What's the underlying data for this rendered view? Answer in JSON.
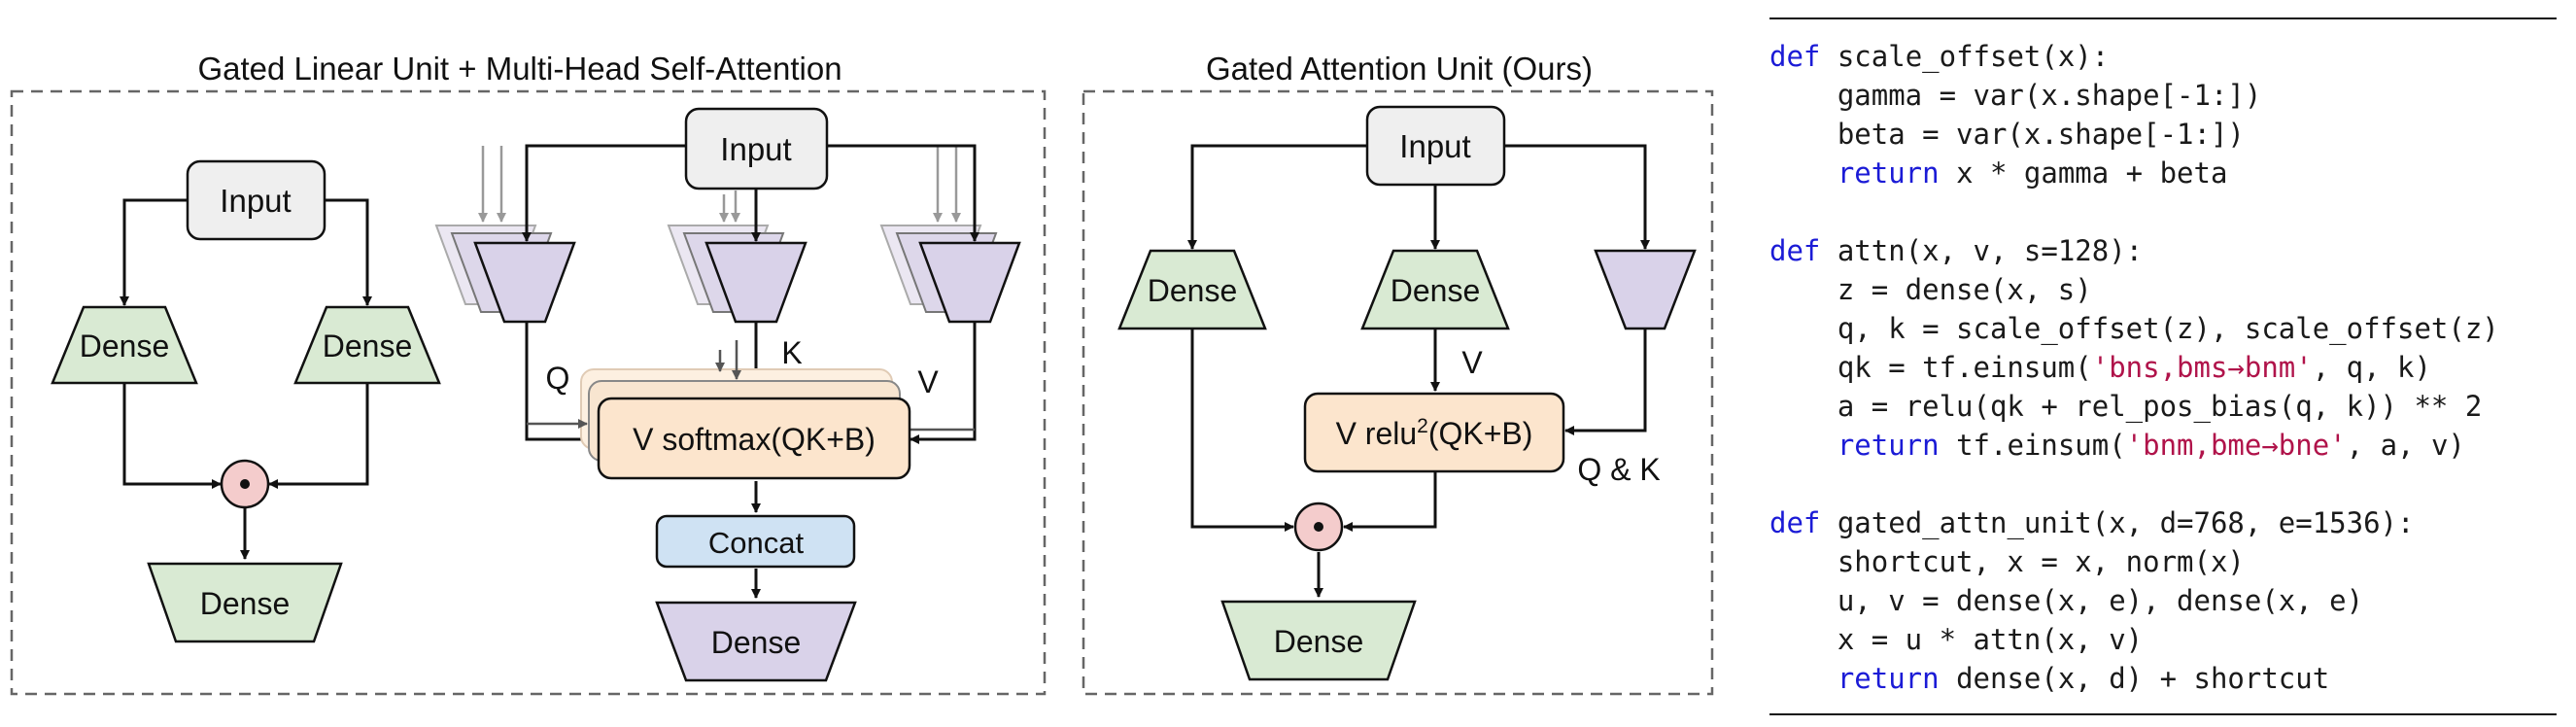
{
  "panels": {
    "glu_mhsa_title": "Gated Linear Unit  + Multi-Head Self-Attention",
    "gau_title": "Gated Attention Unit (Ours)"
  },
  "glu": {
    "input": "Input",
    "dense_left": "Dense",
    "dense_right": "Dense",
    "dense_out": "Dense",
    "gate_symbol": "•"
  },
  "mhsa": {
    "input": "Input",
    "label_q": "Q",
    "label_k": "K",
    "label_v": "V",
    "attn": "V softmax(QK+B)",
    "concat": "Concat",
    "dense_out": "Dense"
  },
  "gau": {
    "input": "Input",
    "dense_left": "Dense",
    "dense_mid": "Dense",
    "label_v": "V",
    "attn_prefix": "V relu",
    "attn_sup": "2",
    "attn_suffix": "(QK+B)",
    "label_qk": "Q & K",
    "dense_out": "Dense",
    "gate_symbol": "•"
  },
  "colors": {
    "dense_green_fill": "#d9ead3",
    "proj_purple_fill": "#d9d2e9",
    "attn_orange_fill": "#fce5cd",
    "concat_blue_fill": "#cfe2f3",
    "input_grey_fill": "#efefef",
    "gate_pink_fill": "#f4cccc",
    "keyword_blue": "#1b1bd6",
    "string_red": "#b0134a"
  },
  "code": {
    "lines": [
      [
        {
          "t": "def",
          "c": "kw"
        },
        {
          "t": " scale_offset(x):"
        }
      ],
      [
        {
          "t": "    gamma = var(x.shape[-1:])"
        }
      ],
      [
        {
          "t": "    beta = var(x.shape[-1:])"
        }
      ],
      [
        {
          "t": "    "
        },
        {
          "t": "return",
          "c": "kw"
        },
        {
          "t": " x * gamma + beta"
        }
      ],
      [],
      [
        {
          "t": "def",
          "c": "kw"
        },
        {
          "t": " attn(x, v, s=128):"
        }
      ],
      [
        {
          "t": "    z = dense(x, s)"
        }
      ],
      [
        {
          "t": "    q, k = scale_offset(z), scale_offset(z)"
        }
      ],
      [
        {
          "t": "    qk = tf.einsum("
        },
        {
          "t": "'bns,bms→bnm'",
          "c": "str"
        },
        {
          "t": ", q, k)"
        }
      ],
      [
        {
          "t": "    a = relu(qk + rel_pos_bias(q, k)) ** 2"
        }
      ],
      [
        {
          "t": "    "
        },
        {
          "t": "return",
          "c": "kw"
        },
        {
          "t": " tf.einsum("
        },
        {
          "t": "'bnm,bme→bne'",
          "c": "str"
        },
        {
          "t": ", a, v)"
        }
      ],
      [],
      [
        {
          "t": "def",
          "c": "kw"
        },
        {
          "t": " gated_attn_unit(x, d=768, e=1536):"
        }
      ],
      [
        {
          "t": "    shortcut, x = x, norm(x)"
        }
      ],
      [
        {
          "t": "    u, v = dense(x, e), dense(x, e)"
        }
      ],
      [
        {
          "t": "    x = u * attn(x, v)"
        }
      ],
      [
        {
          "t": "    "
        },
        {
          "t": "return",
          "c": "kw"
        },
        {
          "t": " dense(x, d) + shortcut"
        }
      ]
    ]
  }
}
